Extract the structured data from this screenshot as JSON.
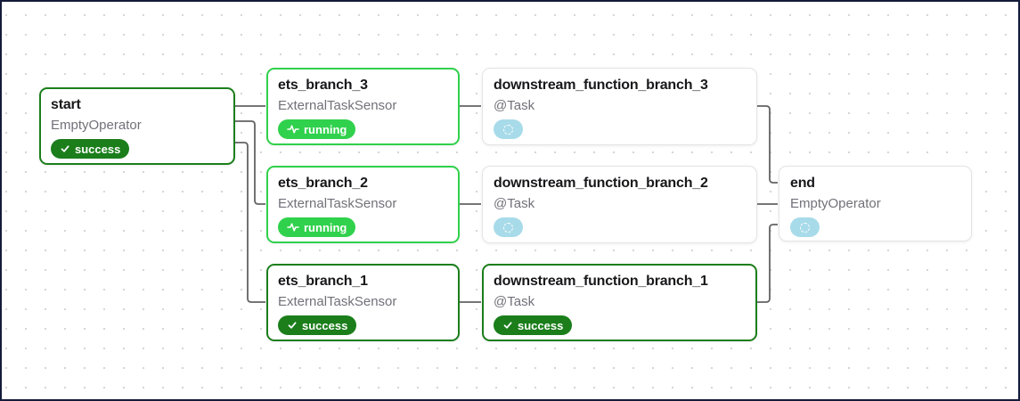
{
  "colors": {
    "success": "#1b7e1b",
    "running": "#30d14c",
    "no_status": "#a8dbe9",
    "edge": "#636363",
    "node_border": "#e4e4e7",
    "title": "#18181b",
    "subtitle": "#71717a",
    "frame_color": "#141c3a",
    "grid_dot": "#d6d6da"
  },
  "diagram": {
    "nodes": [
      {
        "id": "start",
        "title": "start",
        "subtitle": "EmptyOperator",
        "state": "success",
        "badge": {
          "icon": "check-icon",
          "label": "success"
        }
      },
      {
        "id": "ets_branch_3",
        "title": "ets_branch_3",
        "subtitle": "ExternalTaskSensor",
        "state": "running",
        "badge": {
          "icon": "activity-icon",
          "label": "running"
        }
      },
      {
        "id": "downstream_function_branch_3",
        "title": "downstream_function_branch_3",
        "subtitle": "@Task",
        "state": "none",
        "badge": {
          "icon": "dashed-circle-icon",
          "label": ""
        }
      },
      {
        "id": "ets_branch_2",
        "title": "ets_branch_2",
        "subtitle": "ExternalTaskSensor",
        "state": "running",
        "badge": {
          "icon": "activity-icon",
          "label": "running"
        }
      },
      {
        "id": "downstream_function_branch_2",
        "title": "downstream_function_branch_2",
        "subtitle": "@Task",
        "state": "none",
        "badge": {
          "icon": "dashed-circle-icon",
          "label": ""
        }
      },
      {
        "id": "ets_branch_1",
        "title": "ets_branch_1",
        "subtitle": "ExternalTaskSensor",
        "state": "success",
        "badge": {
          "icon": "check-icon",
          "label": "success"
        }
      },
      {
        "id": "downstream_function_branch_1",
        "title": "downstream_function_branch_1",
        "subtitle": "@Task",
        "state": "success",
        "badge": {
          "icon": "check-icon",
          "label": "success"
        }
      },
      {
        "id": "end",
        "title": "end",
        "subtitle": "EmptyOperator",
        "state": "none",
        "badge": {
          "icon": "dashed-circle-icon",
          "label": ""
        }
      }
    ],
    "edges": [
      {
        "from": "start",
        "to": "ets_branch_3"
      },
      {
        "from": "start",
        "to": "ets_branch_2"
      },
      {
        "from": "start",
        "to": "ets_branch_1"
      },
      {
        "from": "ets_branch_3",
        "to": "downstream_function_branch_3"
      },
      {
        "from": "ets_branch_2",
        "to": "downstream_function_branch_2"
      },
      {
        "from": "ets_branch_1",
        "to": "downstream_function_branch_1"
      },
      {
        "from": "downstream_function_branch_3",
        "to": "end"
      },
      {
        "from": "downstream_function_branch_2",
        "to": "end"
      },
      {
        "from": "downstream_function_branch_1",
        "to": "end"
      }
    ]
  }
}
